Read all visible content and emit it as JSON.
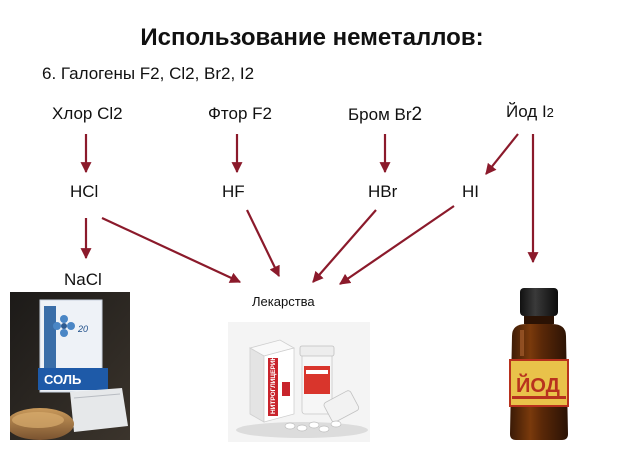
{
  "title": "Использование неметаллов:",
  "subtitle": "6. Галогены F2, Cl2, Br2, I2",
  "elements": {
    "chlorine": "Хлор Cl2",
    "fluorine": "Фтор F2",
    "bromine_name": "Бром Br",
    "bromine_index": "2",
    "iodine_name": "Йод I",
    "iodine_index": "2"
  },
  "compounds": {
    "hcl": "HCl",
    "hf": "HF",
    "hbr": "HBr",
    "hi": "HI",
    "nacl": "NaCl"
  },
  "medicines_label": "Лекарства",
  "salt_pack": {
    "brand": "СОЛЬ",
    "badge": "20"
  },
  "medicine_box": {
    "name": "НИТРОГЛИЦЕРИН"
  },
  "iodine_bottle": {
    "label": "ЙОД"
  },
  "colors": {
    "arrow": "#8b1a2b",
    "text": "#111111"
  }
}
